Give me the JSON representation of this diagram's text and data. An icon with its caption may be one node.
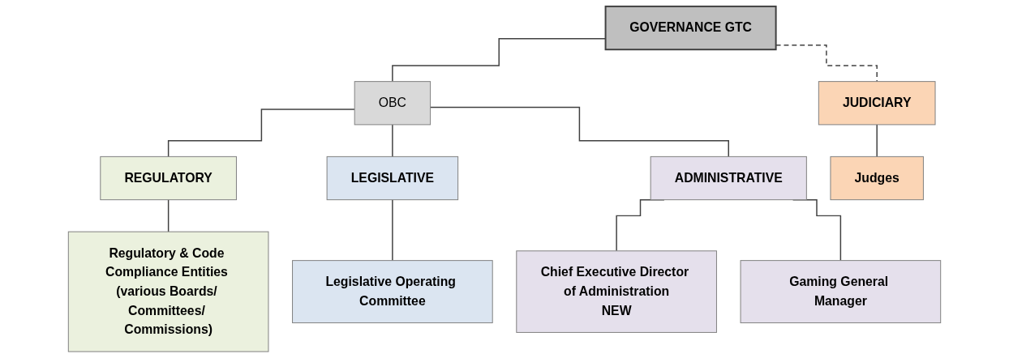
{
  "diagram": {
    "nodes": [
      {
        "text": [
          "GOVERNANCE GTC"
        ]
      },
      {
        "text": [
          "OBC"
        ]
      },
      {
        "text": [
          "JUDICIARY"
        ]
      },
      {
        "text": [
          "REGULATORY"
        ]
      },
      {
        "text": [
          "LEGISLATIVE"
        ]
      },
      {
        "text": [
          "ADMINISTRATIVE"
        ]
      },
      {
        "text": [
          "Judges"
        ]
      },
      {
        "text": [
          "Regulatory & Code Compliance Entities (various Boards/ Committees/ Commissions)"
        ]
      },
      {
        "text": [
          "Legislative Operating Committee"
        ]
      },
      {
        "text": [
          "Chief Executive Director of Administration",
          "NEW"
        ]
      },
      {
        "text": [
          "Gaming General Manager"
        ]
      }
    ],
    "edges": [
      {
        "from": 0,
        "to": 1,
        "arrow": "none"
      },
      {
        "from": 0,
        "to": 2,
        "arrow": "none",
        "style": "dashed"
      },
      {
        "from": 1,
        "to": 3,
        "arrow": "none"
      },
      {
        "from": 1,
        "to": 4,
        "arrow": "none"
      },
      {
        "from": 1,
        "to": 5,
        "arrow": "none"
      },
      {
        "from": 2,
        "to": 6,
        "arrow": "none"
      },
      {
        "from": 3,
        "to": 7,
        "arrow": "none"
      },
      {
        "from": 4,
        "to": 8,
        "arrow": "none"
      },
      {
        "from": 5,
        "to": 9,
        "arrow": "none"
      },
      {
        "from": 5,
        "to": 10,
        "arrow": "none"
      }
    ]
  }
}
